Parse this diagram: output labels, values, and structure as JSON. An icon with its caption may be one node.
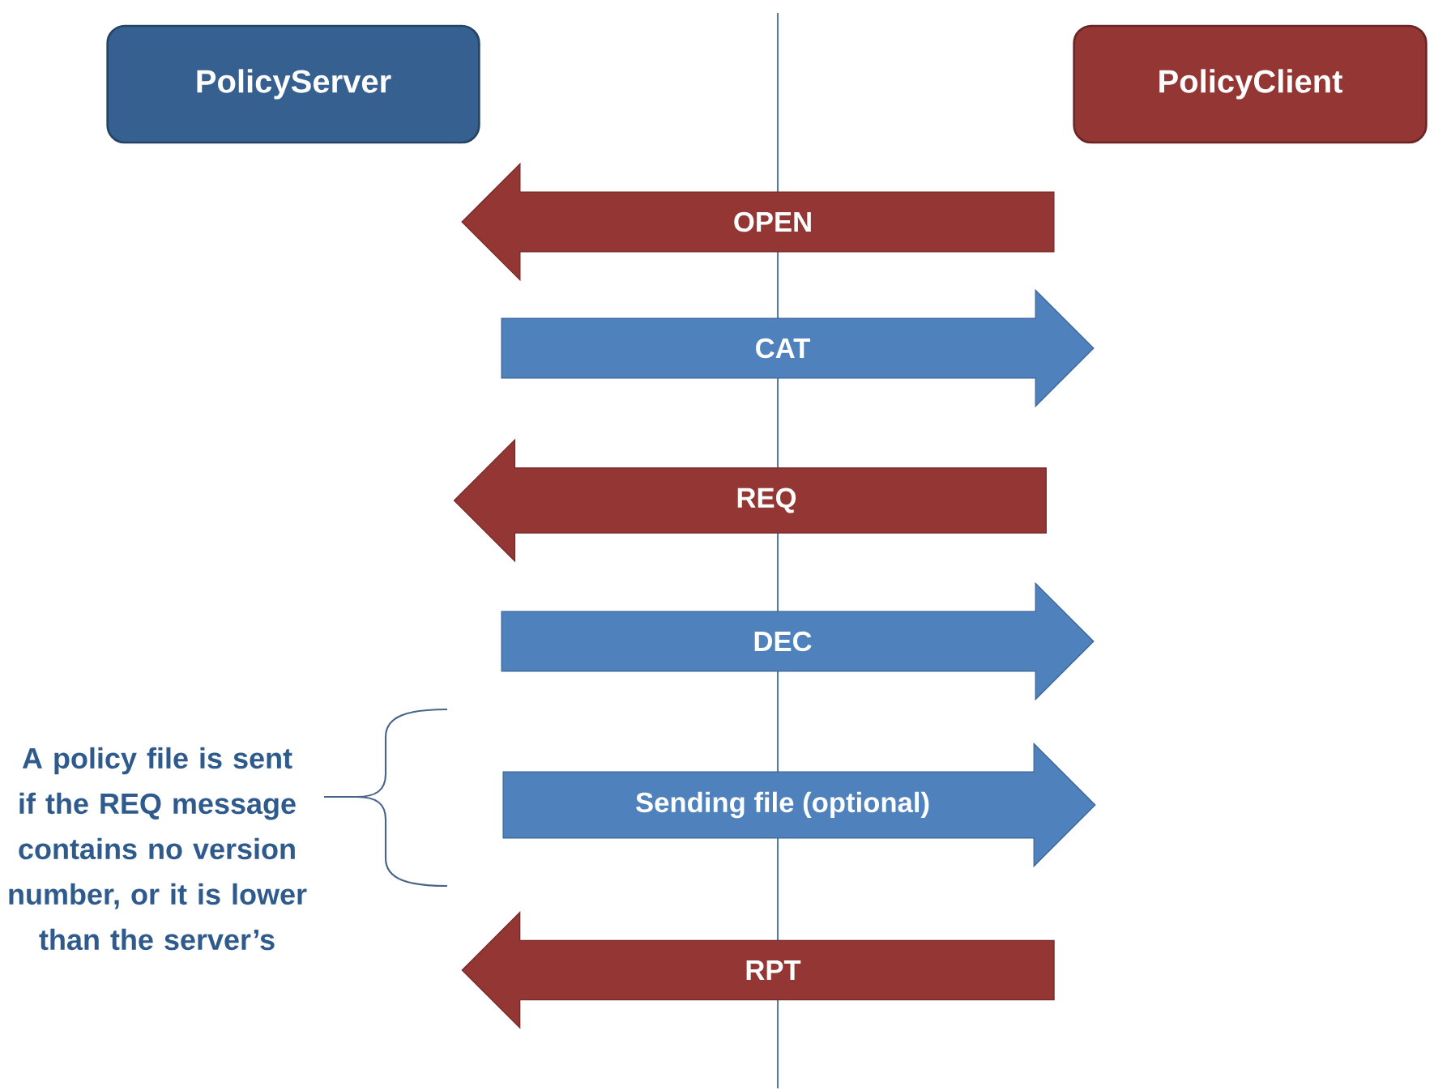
{
  "diagram": {
    "nodes": [
      {
        "text": [
          "PolicyServer"
        ]
      },
      {
        "text": [
          "PolicyClient"
        ]
      },
      {
        "text": [
          "OPEN"
        ]
      },
      {
        "text": [
          "CAT"
        ]
      },
      {
        "text": [
          "REQ"
        ]
      },
      {
        "text": [
          "DEC"
        ]
      },
      {
        "text": [
          "Sending file (optional)"
        ]
      },
      {
        "text": [
          "RPT"
        ]
      }
    ],
    "labels": [
      "A policy file is sent if the REQ message contains no version number, or it is lower than the server’s"
    ]
  }
}
